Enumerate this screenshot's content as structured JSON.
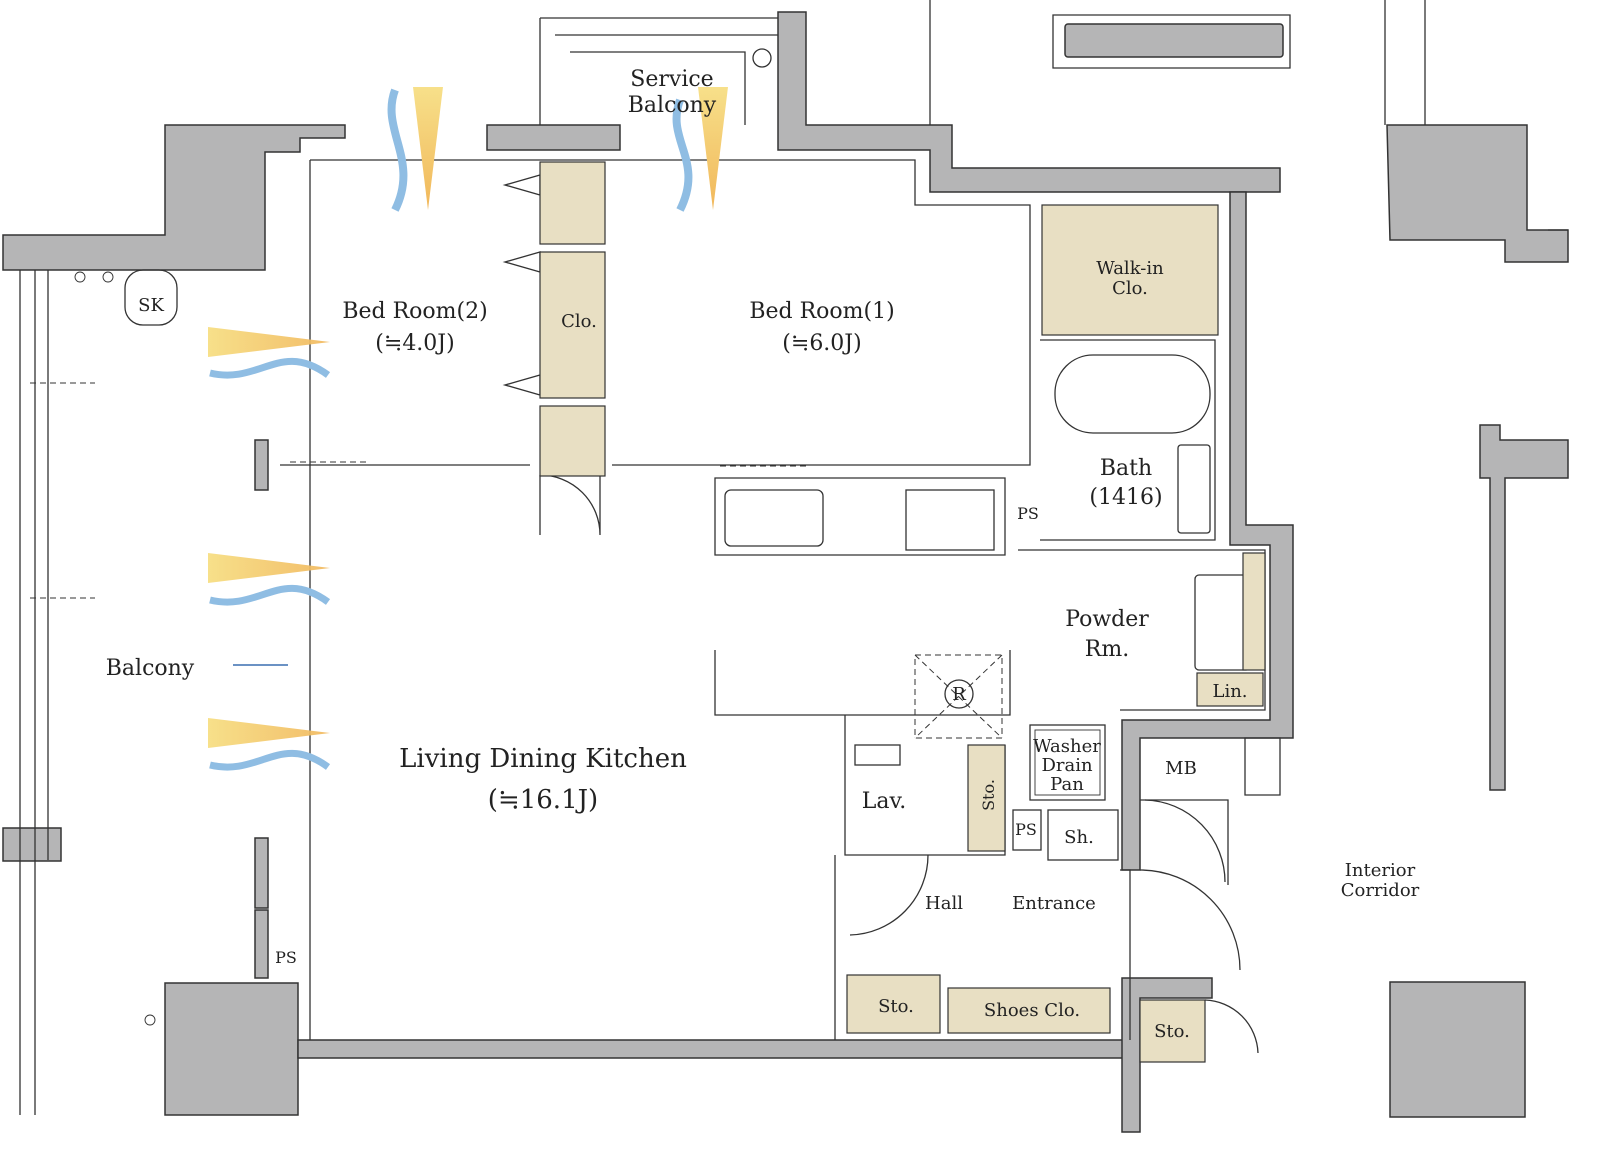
{
  "plan": {
    "rooms": {
      "service_balcony": [
        "Service",
        "Balcony"
      ],
      "bed_room_2": {
        "name": "Bed Room(2)",
        "size": "(≒4.0J)"
      },
      "closet": "Clo.",
      "bed_room_1": {
        "name": "Bed Room(1)",
        "size": "(≒6.0J)"
      },
      "walk_in_closet": [
        "Walk-in",
        "Clo."
      ],
      "sink": "SK",
      "bath": {
        "name": "Bath",
        "size": "(1416)"
      },
      "ps_bath": "PS",
      "powder_room": [
        "Powder",
        "Rm."
      ],
      "range_hood": "R",
      "linen": "Lin.",
      "washer": [
        "Washer",
        "Drain",
        "Pan"
      ],
      "balcony": "Balcony",
      "ldk": {
        "name": "Living Dining Kitchen",
        "size": "(≒16.1J)"
      },
      "lavatory": "Lav.",
      "storage_lav": "Sto.",
      "ps_lav": "PS",
      "shower": "Sh.",
      "meter_box": "MB",
      "hall": "Hall",
      "entrance": "Entrance",
      "storage_hall": "Sto.",
      "shoes_closet": "Shoes Clo.",
      "storage_corridor": "Sto.",
      "ps_ldk": "PS",
      "interior_corridor": [
        "Interior",
        "Corridor"
      ]
    },
    "colors": {
      "wall": "#b5b5b6",
      "storage": "#e8dfc3",
      "wind": "#f3c860",
      "air": "#8fbde3"
    }
  }
}
